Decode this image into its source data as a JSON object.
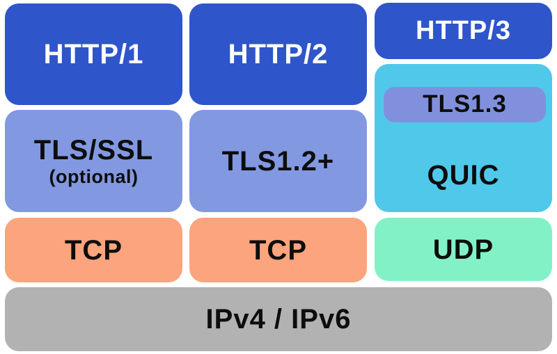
{
  "diagram": {
    "description": "HTTP protocol stack comparison",
    "blocks": {
      "http1": "HTTP/1",
      "tls_ssl": "TLS/SSL",
      "tls_ssl_note": "(optional)",
      "tcp_1": "TCP",
      "http2": "HTTP/2",
      "tls12": "TLS1.2+",
      "tcp_2": "TCP",
      "http3": "HTTP/3",
      "tls13": "TLS1.3",
      "quic": "QUIC",
      "udp": "UDP",
      "ipv4_ipv6": "IPv4 / IPv6"
    },
    "colors": {
      "http-blue": "#2f55cb",
      "tls-periwinkle": "#8299e1",
      "tls13-periwinkle": "#8190dd",
      "quic-cyan": "#50c8ea",
      "tcp-salmon": "#fca47d",
      "udp-mint": "#82f2c6",
      "ip-gray": "#b2b2b2",
      "text-dark": "#0d0d0d",
      "text-light": "#ffffff",
      "background": "#ffffff"
    }
  }
}
